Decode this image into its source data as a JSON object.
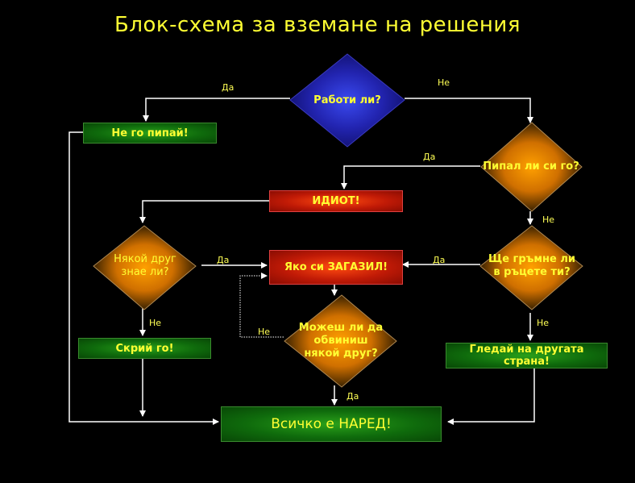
{
  "title": "Блок-схема за вземане на решения",
  "nodes": {
    "works": "Работи ли?",
    "dont_touch": "Не го пипай!",
    "touched": "Пипал ли си го?",
    "idiot": "ИДИОТ!",
    "will_blow": "Ще гръмне ли в ръцете ти?",
    "friend_knows": "Някой друг знае ли?",
    "screwed": "Яко си ЗАГАЗИЛ!",
    "blame": "Можеш ли да обвиниш някой друг?",
    "hide": "Скрий го!",
    "look_away": "Гледай на другата страна!",
    "all_ok": "Всичко е НАРЕД!"
  },
  "labels": {
    "yes": "Да",
    "no": "Не"
  },
  "colors": {
    "text": "#ffff33",
    "line": "#ffffff",
    "decision_blue": "#2a2acc",
    "decision_orange": "#ff9a00",
    "terminal_green": "#0f6b0c",
    "alert_red": "#c01a06"
  }
}
